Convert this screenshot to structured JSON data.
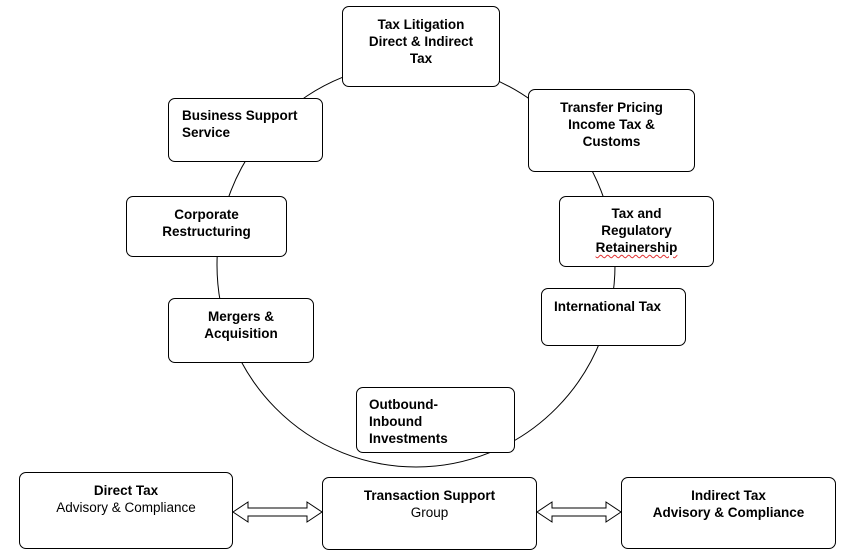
{
  "cycle": {
    "tax_litigation": {
      "line1": "Tax Litigation",
      "line2": "Direct & Indirect",
      "line3": "Tax"
    },
    "transfer_pricing": {
      "line1": "Transfer Pricing",
      "line2": "Income Tax &",
      "line3": "Customs"
    },
    "tax_regulatory": {
      "line1": "Tax and",
      "line2": "Regulatory",
      "line3": "Retainership"
    },
    "international_tax": {
      "line1": "International Tax"
    },
    "outbound_inbound": {
      "line1": "Outbound-",
      "line2": "Inbound",
      "line3": "Investments"
    },
    "mergers": {
      "line1": "Mergers &",
      "line2": "Acquisition"
    },
    "corporate_restructuring": {
      "line1": "Corporate",
      "line2": "Restructuring"
    },
    "business_support": {
      "line1": "Business Support",
      "line2": "Service"
    }
  },
  "bottom": {
    "direct_tax": {
      "line1": "Direct Tax",
      "line2": "Advisory & Compliance"
    },
    "transaction_support": {
      "line1": "Transaction Support",
      "line2": "Group"
    },
    "indirect_tax": {
      "line1": "Indirect Tax",
      "line2": "Advisory & Compliance"
    }
  },
  "colors": {
    "stroke": "#000000",
    "spellcheck_underline": "#e03030"
  }
}
